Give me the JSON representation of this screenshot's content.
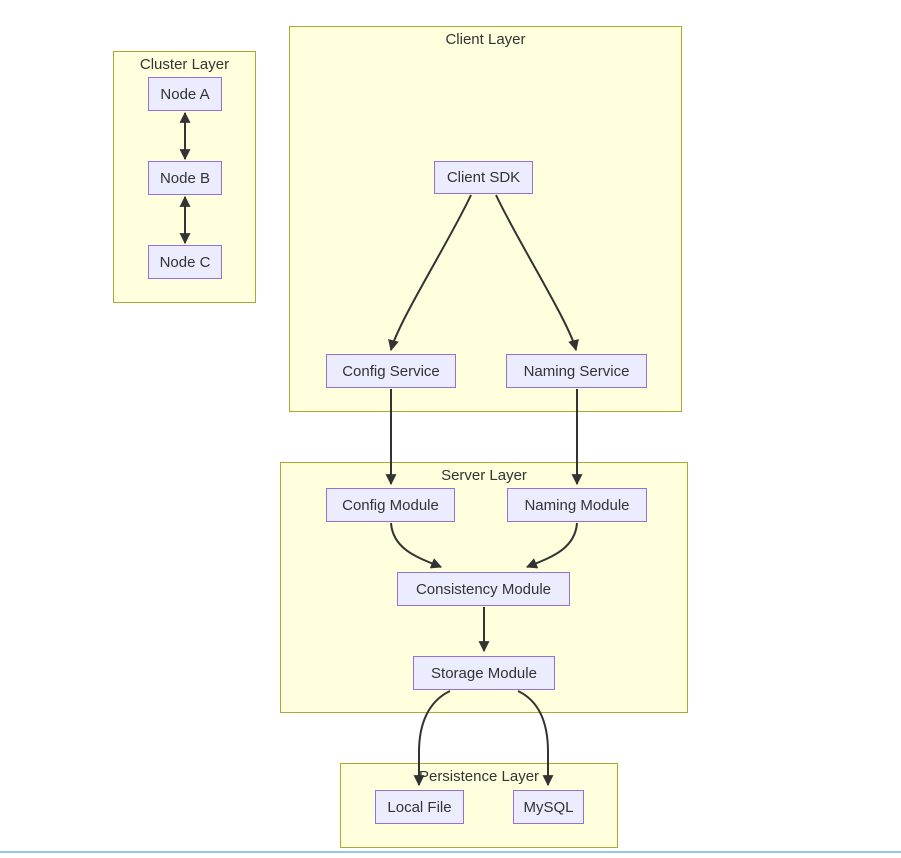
{
  "diagram": {
    "layers": {
      "cluster": {
        "title": "Cluster Layer"
      },
      "client": {
        "title": "Client Layer"
      },
      "server": {
        "title": "Server Layer"
      },
      "persistence": {
        "title": "Persistence Layer"
      }
    },
    "nodes": {
      "node_a": {
        "label": "Node A"
      },
      "node_b": {
        "label": "Node B"
      },
      "node_c": {
        "label": "Node C"
      },
      "client_sdk": {
        "label": "Client SDK"
      },
      "config_service": {
        "label": "Config Service"
      },
      "naming_service": {
        "label": "Naming Service"
      },
      "config_module": {
        "label": "Config Module"
      },
      "naming_module": {
        "label": "Naming Module"
      },
      "consistency_module": {
        "label": "Consistency Module"
      },
      "storage_module": {
        "label": "Storage Module"
      },
      "local_file": {
        "label": "Local File"
      },
      "mysql": {
        "label": "MySQL"
      }
    },
    "edges": [
      {
        "from": "Node A",
        "to": "Node B",
        "type": "bidirectional"
      },
      {
        "from": "Node B",
        "to": "Node C",
        "type": "bidirectional"
      },
      {
        "from": "Client SDK",
        "to": "Config Service",
        "type": "arrow"
      },
      {
        "from": "Client SDK",
        "to": "Naming Service",
        "type": "arrow"
      },
      {
        "from": "Config Service",
        "to": "Config Module",
        "type": "arrow"
      },
      {
        "from": "Naming Service",
        "to": "Naming Module",
        "type": "arrow"
      },
      {
        "from": "Config Module",
        "to": "Consistency Module",
        "type": "arrow"
      },
      {
        "from": "Naming Module",
        "to": "Consistency Module",
        "type": "arrow"
      },
      {
        "from": "Consistency Module",
        "to": "Storage Module",
        "type": "arrow"
      },
      {
        "from": "Storage Module",
        "to": "Local File",
        "type": "arrow"
      },
      {
        "from": "Storage Module",
        "to": "MySQL",
        "type": "arrow"
      }
    ],
    "colors": {
      "node_fill": "#ececff",
      "node_border": "#9370db",
      "layer_fill": "#ffffde",
      "layer_border": "#aaaa33",
      "edge": "#333333",
      "text": "#333333",
      "bottom_rule": "#9ec5e8"
    }
  }
}
